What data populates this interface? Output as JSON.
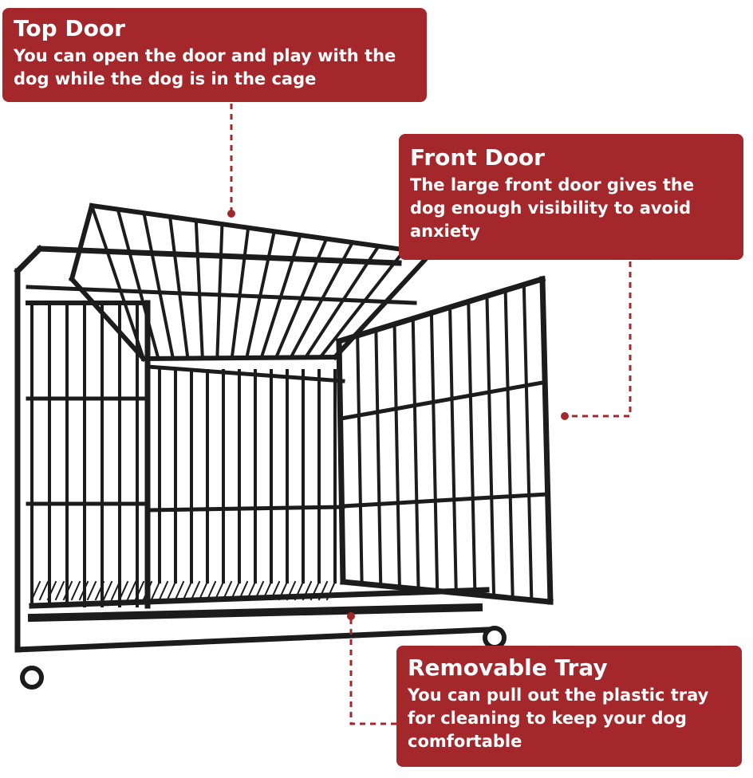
{
  "callouts": {
    "top_door": {
      "title": "Top Door",
      "text": "You can open the door and play with the dog while the dog is in the cage"
    },
    "front_door": {
      "title": "Front Door",
      "text": "The large front door gives the dog enough visibility to avoid anxiety"
    },
    "removable_tray": {
      "title": "Removable Tray",
      "text": "You can pull out the plastic tray for cleaning to keep your dog comfortable"
    }
  },
  "colors": {
    "accent": "#a4272b",
    "cage": "#1c1c1c"
  }
}
